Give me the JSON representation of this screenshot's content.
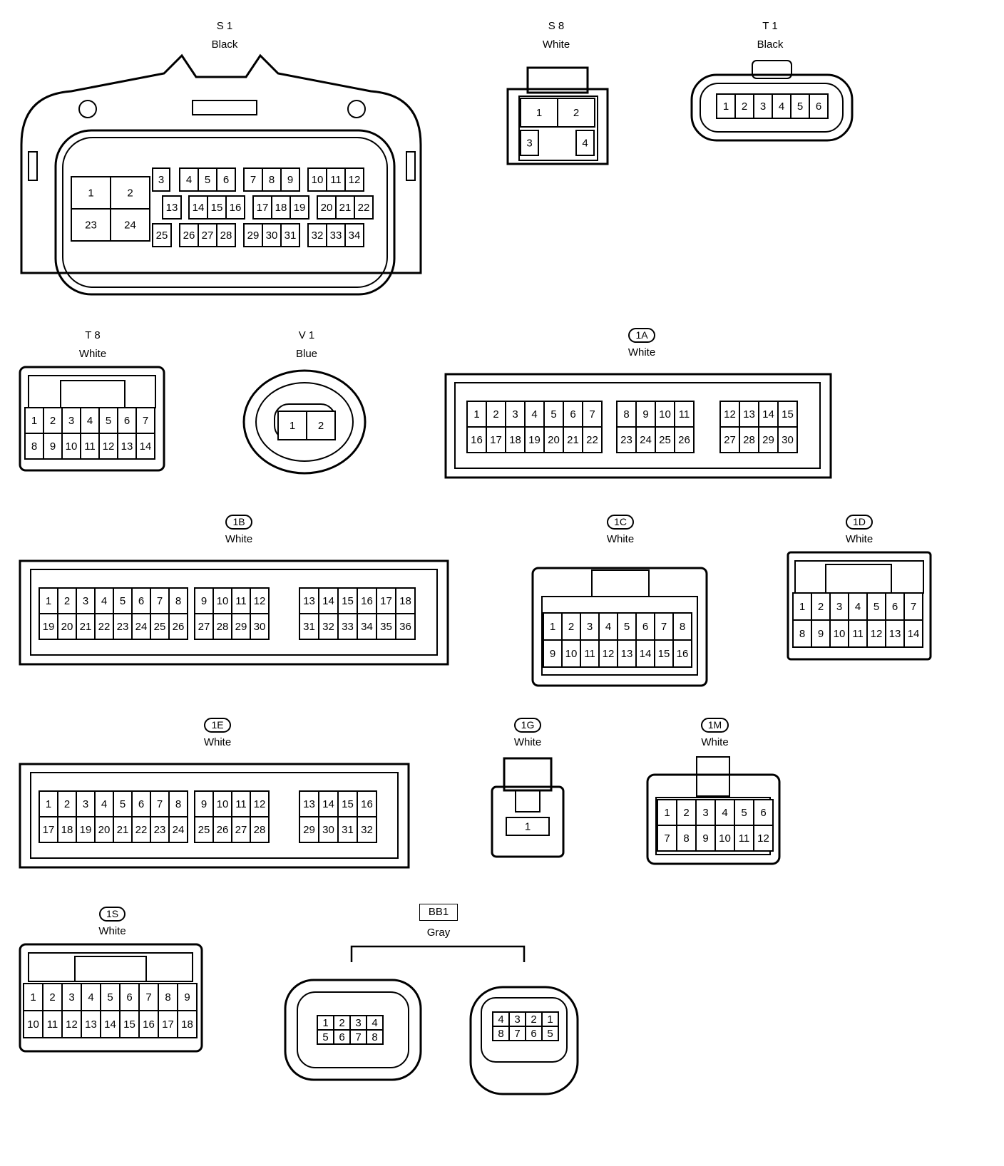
{
  "connectors": {
    "S1": {
      "id": "S 1",
      "color": "Black",
      "rows": [
        [
          "1",
          "2"
        ],
        [
          "23",
          "24"
        ],
        [
          "3"
        ],
        [
          "4",
          "5",
          "6"
        ],
        [
          "7",
          "8",
          "9"
        ],
        [
          "10",
          "11",
          "12"
        ],
        [
          "13"
        ],
        [
          "14",
          "15",
          "16"
        ],
        [
          "17",
          "18",
          "19"
        ],
        [
          "20",
          "21",
          "22"
        ],
        [
          "25"
        ],
        [
          "26",
          "27",
          "28"
        ],
        [
          "29",
          "30",
          "31"
        ],
        [
          "32",
          "33",
          "34"
        ]
      ]
    },
    "S8": {
      "id": "S 8",
      "color": "White",
      "rows": [
        [
          "1",
          "2"
        ],
        [
          "3",
          "4"
        ]
      ]
    },
    "T1": {
      "id": "T 1",
      "color": "Black",
      "rows": [
        [
          "1",
          "2",
          "3",
          "4",
          "5",
          "6"
        ]
      ]
    },
    "T8": {
      "id": "T 8",
      "color": "White",
      "rows": [
        [
          "1",
          "2",
          "3",
          "4",
          "5",
          "6",
          "7"
        ],
        [
          "8",
          "9",
          "10",
          "11",
          "12",
          "13",
          "14"
        ]
      ]
    },
    "V1": {
      "id": "V 1",
      "color": "Blue",
      "rows": [
        [
          "1",
          "2"
        ]
      ]
    },
    "1A": {
      "id": "1A",
      "color": "White",
      "rows": [
        [
          "1",
          "2",
          "3",
          "4",
          "5",
          "6",
          "7"
        ],
        [
          "16",
          "17",
          "18",
          "19",
          "20",
          "21",
          "22"
        ],
        [
          "8",
          "9",
          "10",
          "11"
        ],
        [
          "23",
          "24",
          "25",
          "26"
        ],
        [
          "12",
          "13",
          "14",
          "15"
        ],
        [
          "27",
          "28",
          "29",
          "30"
        ]
      ]
    },
    "1B": {
      "id": "1B",
      "color": "White",
      "rows": [
        [
          "1",
          "2",
          "3",
          "4",
          "5",
          "6",
          "7",
          "8"
        ],
        [
          "19",
          "20",
          "21",
          "22",
          "23",
          "24",
          "25",
          "26"
        ],
        [
          "9",
          "10",
          "11",
          "12"
        ],
        [
          "27",
          "28",
          "29",
          "30"
        ],
        [
          "13",
          "14",
          "15",
          "16",
          "17",
          "18"
        ],
        [
          "31",
          "32",
          "33",
          "34",
          "35",
          "36"
        ]
      ]
    },
    "1C": {
      "id": "1C",
      "color": "White",
      "rows": [
        [
          "1",
          "2",
          "3",
          "4",
          "5",
          "6",
          "7",
          "8"
        ],
        [
          "9",
          "10",
          "11",
          "12",
          "13",
          "14",
          "15",
          "16"
        ]
      ]
    },
    "1D": {
      "id": "1D",
      "color": "White",
      "rows": [
        [
          "1",
          "2",
          "3",
          "4",
          "5",
          "6",
          "7"
        ],
        [
          "8",
          "9",
          "10",
          "11",
          "12",
          "13",
          "14"
        ]
      ]
    },
    "1E": {
      "id": "1E",
      "color": "White",
      "rows": [
        [
          "1",
          "2",
          "3",
          "4",
          "5",
          "6",
          "7",
          "8"
        ],
        [
          "17",
          "18",
          "19",
          "20",
          "21",
          "22",
          "23",
          "24"
        ],
        [
          "9",
          "10",
          "11",
          "12"
        ],
        [
          "25",
          "26",
          "27",
          "28"
        ],
        [
          "13",
          "14",
          "15",
          "16"
        ],
        [
          "29",
          "30",
          "31",
          "32"
        ]
      ]
    },
    "1G": {
      "id": "1G",
      "color": "White",
      "rows": [
        [
          "1"
        ]
      ]
    },
    "1M": {
      "id": "1M",
      "color": "White",
      "rows": [
        [
          "1",
          "2",
          "3",
          "4",
          "5",
          "6"
        ],
        [
          "7",
          "8",
          "9",
          "10",
          "11",
          "12"
        ]
      ]
    },
    "1S": {
      "id": "1S",
      "color": "White",
      "rows": [
        [
          "1",
          "2",
          "3",
          "4",
          "5",
          "6",
          "7",
          "8",
          "9"
        ],
        [
          "10",
          "11",
          "12",
          "13",
          "14",
          "15",
          "16",
          "17",
          "18"
        ]
      ]
    },
    "BB1": {
      "id": "BB1",
      "color": "Gray",
      "rows": [
        [
          "1",
          "2",
          "3",
          "4"
        ],
        [
          "5",
          "6",
          "7",
          "8"
        ],
        [
          "4",
          "3",
          "2",
          "1"
        ],
        [
          "8",
          "7",
          "6",
          "5"
        ]
      ]
    }
  }
}
